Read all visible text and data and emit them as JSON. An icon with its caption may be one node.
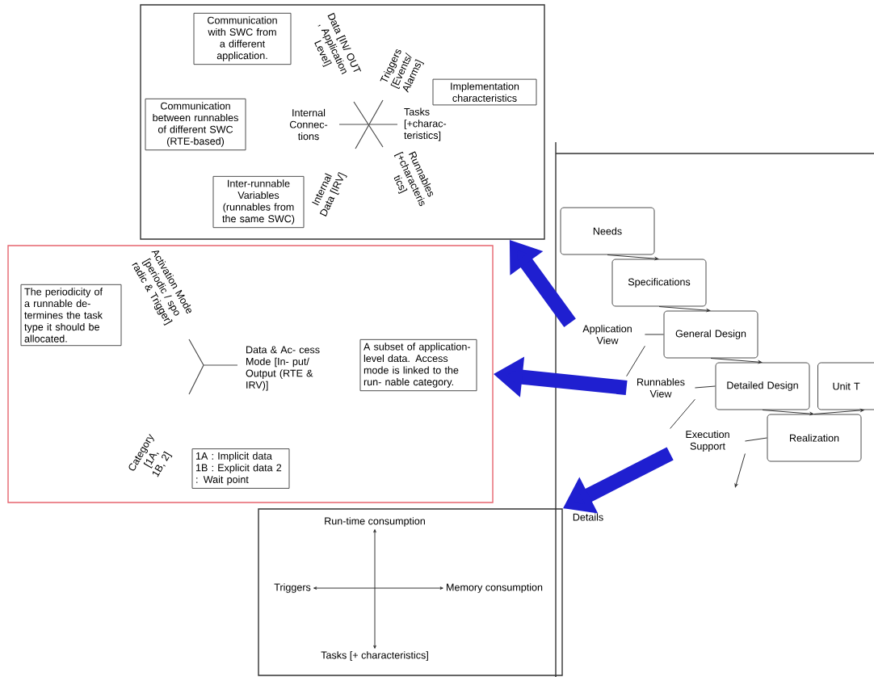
{
  "diagram": {
    "nodes": [
      {
        "text": [],
        "shape": "box"
      },
      {
        "text": [
          "Communication with SWC from a different application."
        ],
        "in": 0
      },
      {
        "text": [
          "Communication between runnables of different SWC (RTE-based)"
        ],
        "in": 0
      },
      {
        "text": [
          "Inter-runnable Variables (runnables from the same SWC)"
        ],
        "in": 0
      },
      {
        "text": [
          "Implementation characteristics"
        ],
        "in": 0
      },
      {
        "text": [],
        "shape": "box"
      },
      {
        "text": [
          "The periodicity of a runnable de- termines the task type it should be allocated."
        ],
        "in": 5
      },
      {
        "text": [
          "A subset of application-level data. Access mode is linked to the run- nable category."
        ],
        "in": 5
      },
      {
        "text": [
          "1A : Implicit data 1B : Explicit data 2 : Wait point"
        ],
        "in": 5
      },
      {
        "text": [],
        "shape": "box"
      },
      {
        "text": [
          "Run-time consumption"
        ],
        "in": 9
      },
      {
        "text": [
          "Triggers"
        ],
        "in": 9
      },
      {
        "text": [
          "Memory consumption"
        ],
        "in": 9
      },
      {
        "text": [
          "Tasks [+ characteristics]"
        ],
        "in": 9
      },
      {
        "text": [
          "Needs"
        ]
      },
      {
        "text": [
          "Specifications"
        ]
      },
      {
        "text": [
          "General Design"
        ]
      },
      {
        "text": [
          "Detailed Design"
        ]
      },
      {
        "text": [
          "Unit T"
        ]
      },
      {
        "text": [
          "Realization"
        ]
      },
      {
        "text": [
          "Application View"
        ]
      },
      {
        "text": [
          "Runnables View"
        ]
      },
      {
        "text": [
          "Execution Support"
        ]
      }
    ],
    "edges": [
      {
        "from": 10,
        "to": 13,
        "arrow": "both"
      },
      {
        "from": 11,
        "to": 12,
        "arrow": "both"
      },
      {
        "from": 14,
        "to": 15,
        "arrow": "to"
      },
      {
        "from": 15,
        "to": 16,
        "arrow": "to"
      },
      {
        "from": 16,
        "to": 17,
        "arrow": "to"
      },
      {
        "from": 17,
        "to": 19,
        "arrow": "to"
      },
      {
        "from": 19,
        "to": 18,
        "arrow": "to"
      },
      {
        "from": 20,
        "to": 16,
        "arrow": "none"
      },
      {
        "from": 21,
        "to": 17,
        "arrow": "none"
      },
      {
        "from": 22,
        "to": 19,
        "arrow": "none"
      },
      {
        "from": 20,
        "to": 21,
        "arrow": "none"
      },
      {
        "from": 21,
        "to": 22,
        "arrow": "none"
      },
      {
        "from": 22,
        "to": null,
        "arrow": "to"
      },
      {
        "from": 20,
        "to": 0,
        "arrow": "to",
        "style": "thick",
        "color": "#1f1fd0"
      },
      {
        "from": 21,
        "to": 5,
        "arrow": "to",
        "style": "thick",
        "color": "#1f1fd0"
      },
      {
        "from": 22,
        "to": 9,
        "arrow": "to",
        "style": "thick",
        "color": "#1f1fd0"
      }
    ],
    "labels": [
      "Data [IN/ OUT , Application Level]",
      "Triggers [Events/ Alarms]",
      "Internal Connec- tions",
      "Tasks [+charac- teristics]",
      "Runnables [+characteris tics]",
      "Internal Data [IRV]",
      "Activation Mode [periodic / spo radic & Trigger]",
      "Data & Ac- cess Mode [In- put/ Output (RTE & IRV)]",
      "Category [1A, 1B, 2]",
      "Details"
    ]
  }
}
